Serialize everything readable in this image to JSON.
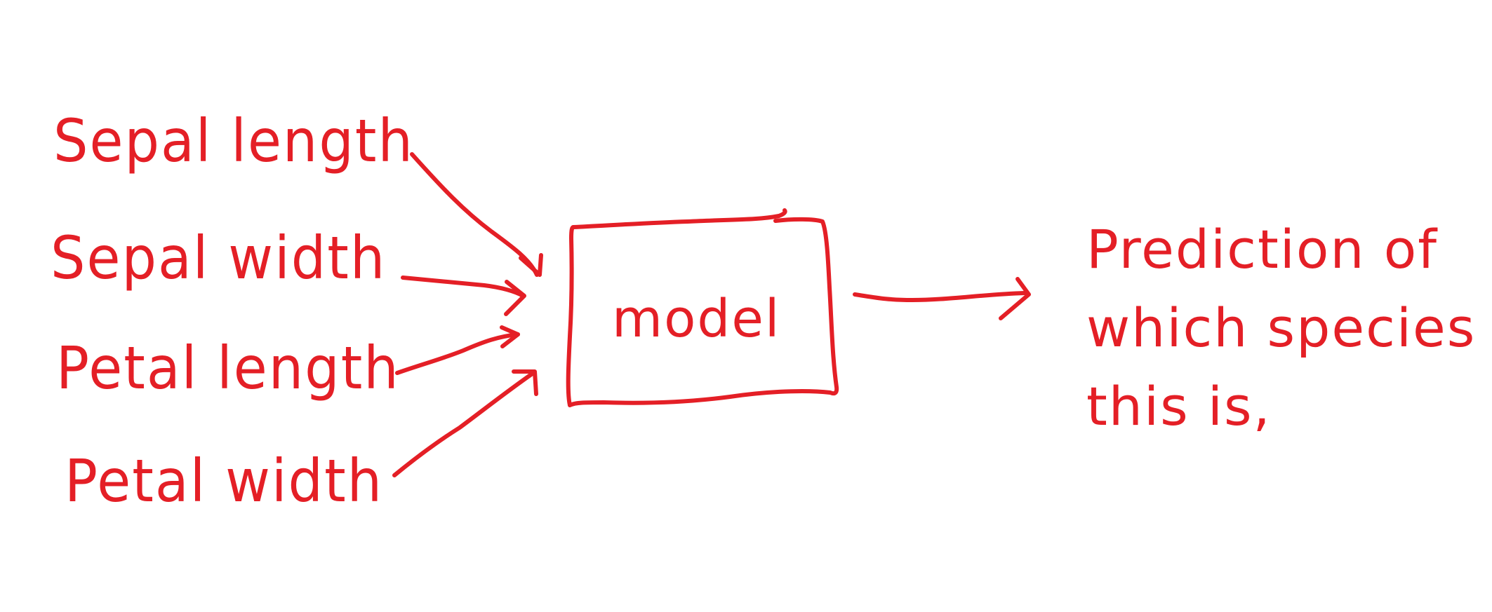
{
  "diagram": {
    "inputs": [
      {
        "id": "sepal-length",
        "label": "Sepal length"
      },
      {
        "id": "sepal-width",
        "label": "Sepal width"
      },
      {
        "id": "petal-length",
        "label": "Petal length"
      },
      {
        "id": "petal-width",
        "label": "Petal width"
      }
    ],
    "model": {
      "label": "model"
    },
    "output": {
      "lines": [
        "Prediction of",
        "which species",
        "this is,"
      ]
    },
    "colors": {
      "ink": "#e41f26",
      "background": "#ffffff"
    }
  }
}
